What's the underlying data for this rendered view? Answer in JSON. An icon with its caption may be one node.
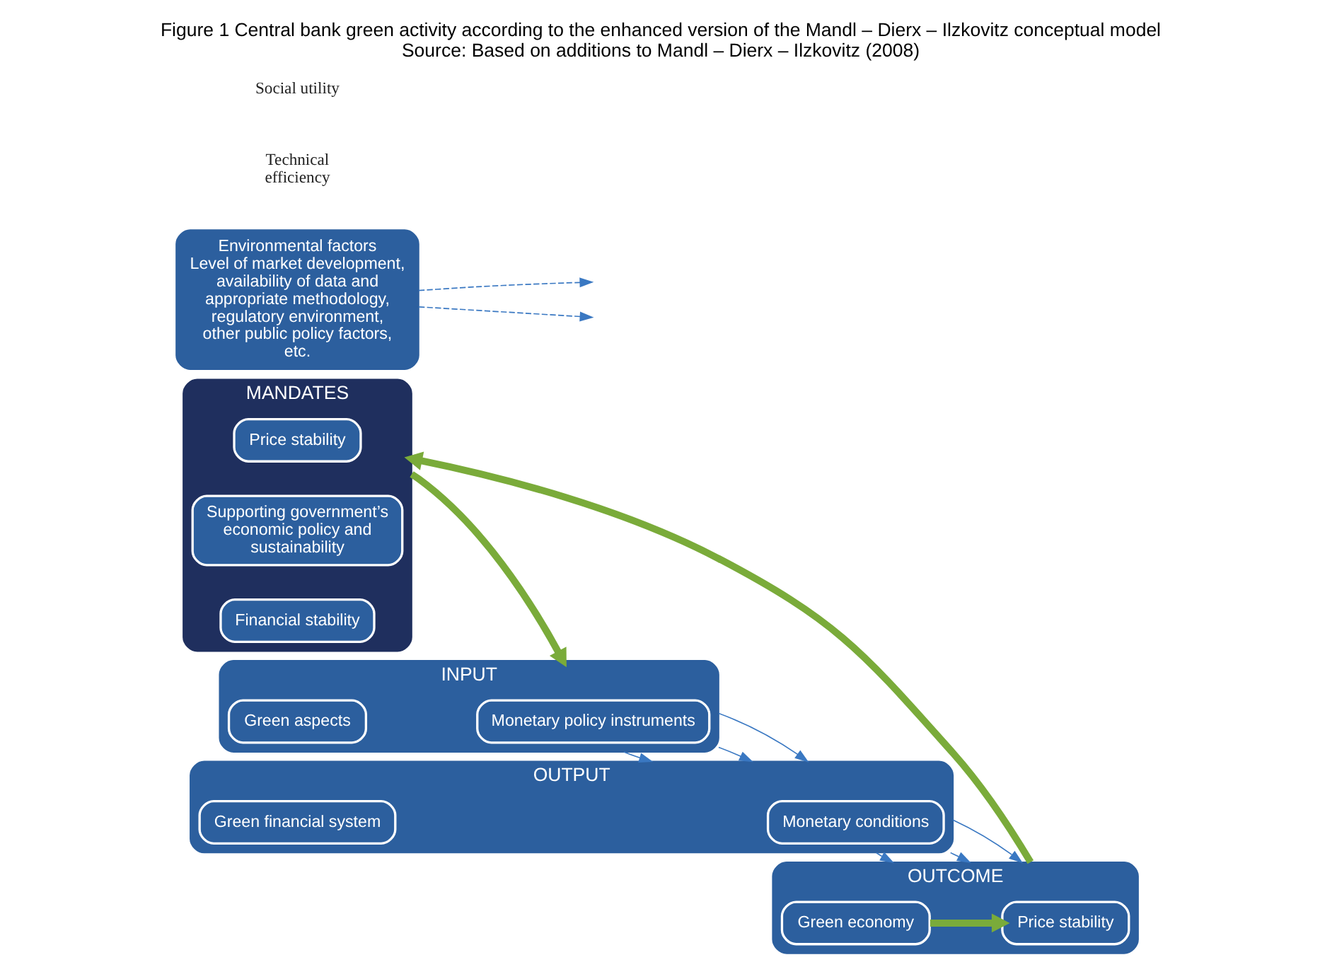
{
  "diagram": {
    "title": "Figure 1 Central bank green activity according to the enhanced version of the Mandl – Dierx – Ilzkovitz conceptual model",
    "caption": "Source: Based on additions to Mandl – Dierx – Ilzkovitz (2008)",
    "nodes": [
      {
        "text": [
          "MANDATES"
        ]
      },
      {
        "text": [
          "Price stability"
        ],
        "in": 0
      },
      {
        "text": [
          "Supporting government’s economic policy and sustainability"
        ],
        "in": 0
      },
      {
        "text": [
          "Financial stability"
        ],
        "in": 0
      },
      {
        "text": [
          "Environmental factors",
          "Level of market development, availability of data and appropriate methodology, regulatory environment, other public policy factors, etc."
        ]
      },
      {
        "text": [
          "INPUT"
        ]
      },
      {
        "text": [
          "Monetary policy instruments"
        ],
        "in": 5
      },
      {
        "text": [
          "Green aspects"
        ],
        "in": 5
      },
      {
        "text": [
          "OUTPUT"
        ]
      },
      {
        "text": [
          "Monetary conditions"
        ],
        "in": 8
      },
      {
        "text": [
          "Green financial system"
        ],
        "in": 8
      },
      {
        "text": [
          "OUTCOME"
        ]
      },
      {
        "text": [
          "Price stability"
        ],
        "in": 11
      },
      {
        "text": [
          "Green economy"
        ],
        "in": 11
      }
    ],
    "edges": [
      {
        "from": 0,
        "to": 5,
        "arrow": "to",
        "style": "thick",
        "color": "#7aab3a"
      },
      {
        "from": 4,
        "to": null,
        "arrow": "to",
        "style": "dashed"
      },
      {
        "from": 4,
        "to": null,
        "arrow": "to",
        "style": "dashed"
      },
      {
        "from": 5,
        "to": 8,
        "arrow": "to"
      },
      {
        "from": 5,
        "to": 8,
        "arrow": "to"
      },
      {
        "from": 5,
        "to": 8,
        "arrow": "to"
      },
      {
        "from": 8,
        "to": 11,
        "arrow": "to"
      },
      {
        "from": 8,
        "to": 11,
        "arrow": "to"
      },
      {
        "from": 8,
        "to": 11,
        "arrow": "to"
      },
      {
        "from": 13,
        "to": 12,
        "arrow": "to",
        "style": "thick",
        "color": "#7aab3a"
      },
      {
        "from": 11,
        "to": 0,
        "arrow": "to",
        "style": "thick",
        "color": "#7aab3a"
      }
    ],
    "labels": [
      "Technical efficiency",
      "Social utility"
    ]
  }
}
